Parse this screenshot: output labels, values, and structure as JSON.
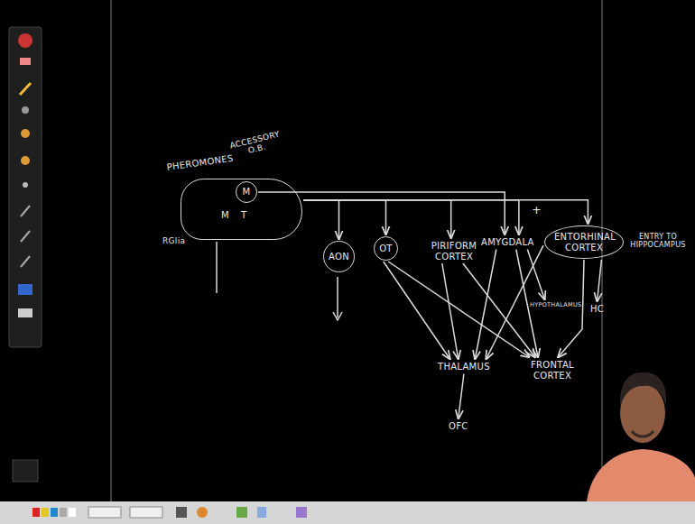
{
  "diagram": {
    "nodes": [
      {
        "text": [
          "M",
          "T"
        ]
      },
      {
        "text": [
          "M"
        ],
        "in": 0
      },
      {
        "text": [
          "AON"
        ]
      },
      {
        "text": [
          "OT"
        ]
      },
      {
        "text": [
          "PIRIFORM CORTEX"
        ]
      },
      {
        "text": [
          "AMYGDALA"
        ]
      },
      {
        "text": [
          "ENTORHINAL CORTEX"
        ]
      },
      {
        "text": [
          "HYPOTHALAMUS"
        ]
      },
      {
        "text": [
          "HC"
        ]
      },
      {
        "text": [
          "THALAMUS"
        ]
      },
      {
        "text": [
          "FRONTAL CORTEX"
        ]
      },
      {
        "text": [
          "OFC"
        ]
      }
    ],
    "edges": [
      {
        "from": 0,
        "to": 2,
        "arrow": "to"
      },
      {
        "from": 0,
        "to": 3,
        "arrow": "to"
      },
      {
        "from": 0,
        "to": 4,
        "arrow": "to"
      },
      {
        "from": 0,
        "to": 5,
        "arrow": "to"
      },
      {
        "from": 0,
        "to": 6,
        "arrow": "to"
      },
      {
        "from": 1,
        "to": 5,
        "arrow": "to"
      },
      {
        "from": 3,
        "to": 9,
        "arrow": "to"
      },
      {
        "from": 3,
        "to": 10,
        "arrow": "to"
      },
      {
        "from": 4,
        "to": 9,
        "arrow": "to"
      },
      {
        "from": 4,
        "to": 10,
        "arrow": "to"
      },
      {
        "from": 5,
        "to": 9,
        "arrow": "to"
      },
      {
        "from": 5,
        "to": 7,
        "arrow": "to"
      },
      {
        "from": 5,
        "to": 10,
        "arrow": "to"
      },
      {
        "from": 6,
        "to": 8,
        "arrow": "to"
      },
      {
        "from": 6,
        "to": 10,
        "arrow": "to"
      },
      {
        "from": 6,
        "to": 9,
        "arrow": "to"
      },
      {
        "from": 9,
        "to": 11,
        "arrow": "to"
      }
    ],
    "labels": [
      "PHEROMONES",
      "ACCESSORY O.B.",
      "RGlia",
      "+",
      "ENTRY TO HIPPOCAMPUS"
    ]
  }
}
